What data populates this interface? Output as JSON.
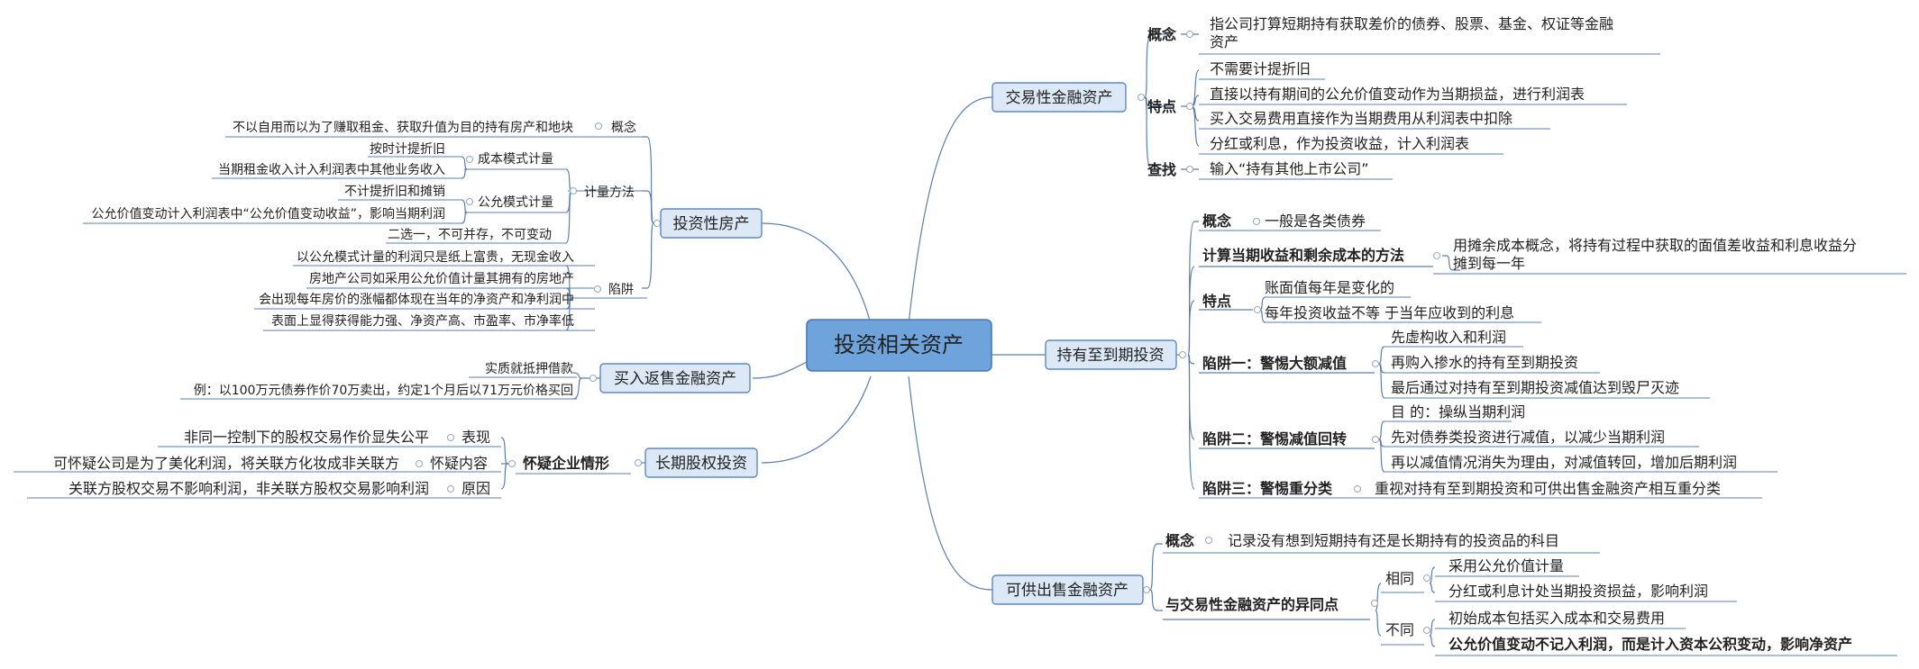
{
  "center": "投资相关资产",
  "trading": {
    "title": "交易性金融资产",
    "concept_label": "概念",
    "concept_text_1": "指公司打算短期持有获取差价的债券、股票、基金、权证等金融",
    "concept_text_2": "资产",
    "features_label": "特点",
    "features": [
      "不需要计提折旧",
      "直接以持有期间的公允价值变动作为当期损益，进行利润表",
      "买入交易费用直接作为当期费用从利润表中扣除",
      "分红或利息，作为投资收益，计入利润表"
    ],
    "lookup_label": "查找",
    "lookup_text": "输入“持有其他上市公司”"
  },
  "htm": {
    "title": "持有至到期投资",
    "concept_label": "概念",
    "concept_text": "一般是各类债券",
    "calc_label": "计算当期收益和剩余成本的方法",
    "calc_text_1": "用摊余成本概念，将持有过程中获取的面值差收益和利息收益分",
    "calc_text_2": "摊到每一年",
    "features_label": "特点",
    "features": [
      "账面值每年是变化的",
      "每年投资收益不等 于当年应收到的利息"
    ],
    "trap1_label": "陷阱一：警惕大额减值",
    "trap1": [
      "先虚构收入和利润",
      "再购入掺水的持有至到期投资",
      "最后通过对持有至到期投资减值达到毁尸灭迹"
    ],
    "trap2_label": "陷阱二：警惕减值回转",
    "trap2": [
      "目 的：操纵当期利润",
      "先对债券类投资进行减值，以减少当期利润",
      "再以减值情况消失为理由，对减值转回，增加后期利润"
    ],
    "trap3_label": "陷阱三：警惕重分类",
    "trap3_text": "重视对持有至到期投资和可供出售金融资产相互重分类"
  },
  "afs": {
    "title": "可供出售金融资产",
    "concept_label": "概念",
    "concept_text": "记录没有想到短期持有还是长期持有的投资品的科目",
    "diff_label": "与交易性金融资产的异同点",
    "same_label": "相同",
    "same": [
      "采用公允价值计量",
      "分红或利息计处当期投资损益，影响利润"
    ],
    "differ_label": "不同",
    "differ": [
      "初始成本包括买入成本和交易费用",
      "公允价值变动不记入利润，而是计入资本公积变动，影响净资产"
    ]
  },
  "property": {
    "title": "投资性房产",
    "concept_label": "概念",
    "concept_text": "不以自用而以为了赚取租金、获取升值为目的持有房产和地块",
    "measure_label": "计量方法",
    "cost_label": "成本模式计量",
    "cost": [
      "按时计提折旧",
      "当期租金收入计入利润表中其他业务收入"
    ],
    "fair_label": "公允模式计量",
    "fair": [
      "不计提折旧和摊销",
      "公允价值变动计入利润表中“公允价值变动收益”，影响当期利润"
    ],
    "choose_text": "二选一，不可并存，不可变动",
    "trap_label": "陷阱",
    "traps": [
      "以公允模式计量的利润只是纸上富贵，无现金收入",
      "房地产公司如采用公允价值计量其拥有的房地产",
      "会出现每年房价的涨幅都体现在当年的净资产和净利润中",
      "表面上显得获得能力强、净资产高、市盈率、市净率低"
    ]
  },
  "resale": {
    "title": "买入返售金融资产",
    "items": [
      "实质就抵押借款",
      "例：以100万元债券作价70万卖出，约定1个月后以71万元价格买回"
    ]
  },
  "equity": {
    "title": "长期股权投资",
    "suspect_label": "怀疑企业情形",
    "show_label": "表现",
    "show_text": "非同一控制下的股权交易作价显失公平",
    "doubt_label": "怀疑内容",
    "doubt_text": "可怀疑公司是为了美化利润，将关联方化妆成非关联方",
    "reason_label": "原因",
    "reason_text": "关联方股权交易不影响利润，非关联方股权交易影响利润"
  }
}
